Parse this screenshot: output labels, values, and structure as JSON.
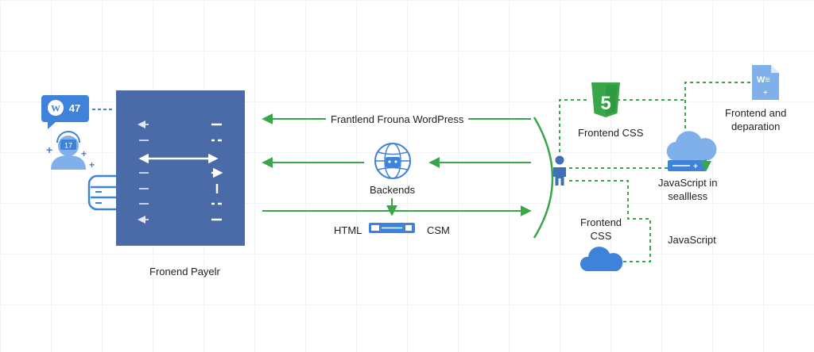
{
  "panel_label": "Fronend Payelr",
  "left_badge": {
    "count": "47",
    "letter": "W"
  },
  "avatar_badge": "17",
  "arrows": {
    "top_label": "Frantlend Frouna WordPress",
    "backends_label": "Backends",
    "html_label": "HTML",
    "csm_label": "CSM"
  },
  "right": {
    "frontend_css_top": "Frontend CSS",
    "html5_digit": "5",
    "doc_letters": "W≡",
    "frontend_and": "Frontend and\ndeparation",
    "js_in": "JavaScript in\nseallless",
    "frontend_css_bottom": "Frontend\nCSS",
    "javascript": "JavaScript"
  },
  "colors": {
    "panel": "#4a6aa8",
    "green": "#3aa64a",
    "icon_blue": "#3f82d9",
    "light_blue": "#7fb0ea"
  }
}
